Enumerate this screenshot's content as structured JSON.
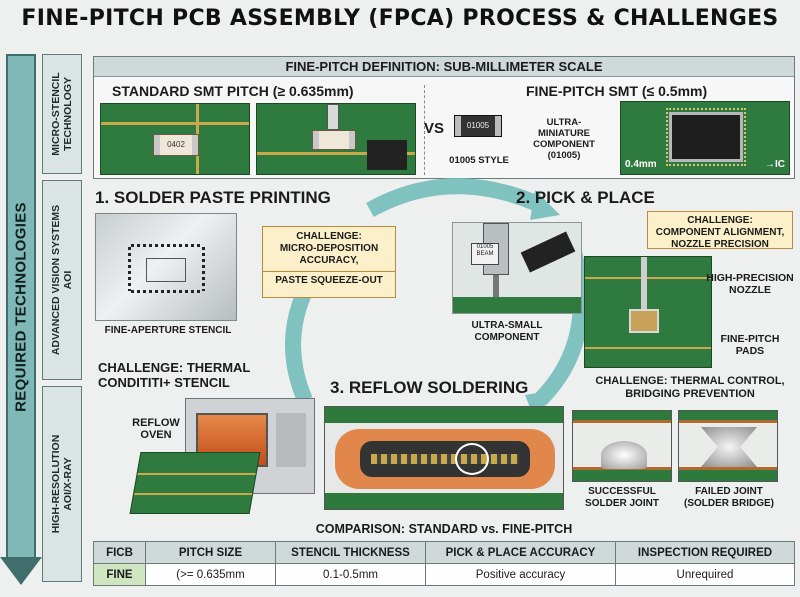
{
  "title": "FINE-PITCH PCB ASSEMBLY (FPCA) PROCESS & CHALLENGES",
  "sidebar": {
    "main_label": "REQUIRED TECHNOLOGIES",
    "items": [
      {
        "label_line1": "MICRO-STENCIL",
        "label_line2": "TECHNOLOGY"
      },
      {
        "label_line1": "ADVANCED VISION SYSTEMS",
        "label_line2": "AOI"
      },
      {
        "label_line1": "HIGH-RESOLUTION",
        "label_line2": "AOI/X-RAY"
      }
    ]
  },
  "definition": {
    "title": "FINE-PITCH DEFINITION: SUB-MILLIMETER SCALE",
    "standard_label": "STANDARD SMT PITCH (≥ 0.635mm)",
    "fine_label": "FINE-PITCH SMT (≤ 0.5mm)",
    "vs": "VS",
    "chip_0402": "0402",
    "chip_01005": "01005",
    "style_label": "01005 STYLE",
    "ultra_line1": "ULTRA-",
    "ultra_line2": "MINIATURE",
    "ultra_line3": "COMPONENT",
    "ultra_line4": "(01005)",
    "pitch_04": "0.4mm",
    "ic_label": "IC"
  },
  "step1": {
    "title": "1. SOLDER PASTE PRINTING",
    "challenge_line1": "CHALLENGE:",
    "challenge_line2": "MICRO-DEPOSITION",
    "challenge_line3": "ACCURACY,",
    "challenge_line4": "PASTE SQUEEZE-OUT",
    "stencil_label": "FINE-APERTURE STENCIL"
  },
  "step2": {
    "title": "2. PICK & PLACE",
    "challenge_line1": "CHALLENGE:",
    "challenge_line2": "COMPONENT ALIGNMENT,",
    "challenge_line3": "NOZZLE PRECISION",
    "nozzle_line1": "HIGH-PRECISION",
    "nozzle_line2": "NOZZLE",
    "pads_line1": "FINE-PITCH",
    "pads_line2": "PADS",
    "component_line1": "ULTRA-SMALL",
    "component_line2": "COMPONENT",
    "head_label_a": "01005",
    "head_label_b": "BEAM",
    "challenge2_line1": "CHALLENGE: THERMAL CONTROL,",
    "challenge2_line2": "BRIDGING PREVENTION"
  },
  "step3": {
    "title": "3. REFLOW SOLDERING",
    "challenge_line1": "CHALLENGE: THERMAL",
    "challenge_line2": "CONDITITI+ STENCIL",
    "oven_line1": "REFLOW",
    "oven_line2": "OVEN"
  },
  "joints": {
    "success_line1": "SUCCESSFUL",
    "success_line2": "SOLDER JOINT",
    "failed_line1": "FAILED JOINT",
    "failed_line2": "(SOLDER BRIDGE)"
  },
  "comparison": {
    "title": "COMPARISON: STANDARD vs. FINE-PITCH",
    "headers": [
      "FICB",
      "PITCH SIZE",
      "STENCIL THICKNESS",
      "PICK & PLACE ACCURACY",
      "INSPECTION REQUIRED"
    ],
    "row": [
      "FINE",
      "(>= 0.635mm",
      "0.1-0.5mm",
      "Positive accuracy",
      "Unrequired"
    ]
  },
  "colors": {
    "pcb_green": "#2f7a3e",
    "cycle_arrow": "#7fc2bf",
    "challenge_fill": "#fbf0c9",
    "challenge_border": "#b98b3a",
    "copper": "#c77a3a"
  }
}
